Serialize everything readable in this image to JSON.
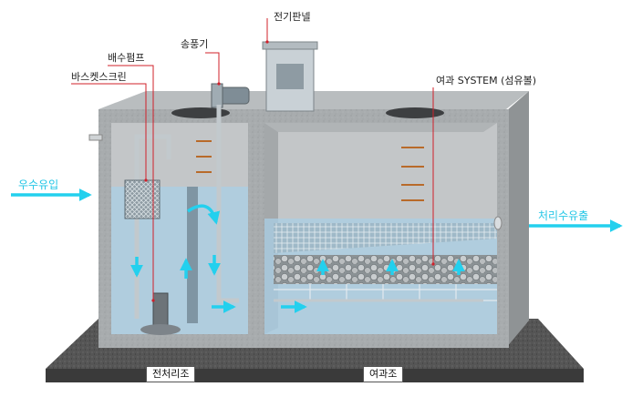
{
  "labels": {
    "control_panel": "전기판넬",
    "blower": "송풍기",
    "drain_pump": "배수펌프",
    "bar_screen": "바스켓스크린",
    "filter_system": "여과 SYSTEM (섬유볼)"
  },
  "flows": {
    "inflow": "우수유입",
    "outflow": "처리수유출"
  },
  "chambers": {
    "pretreatment": "전처리조",
    "filtration": "여과조"
  },
  "colors": {
    "concrete": "#a9adaf",
    "concrete_dark": "#8f9395",
    "water": "#a9cfe6",
    "flow_arrow": "#23d0ee",
    "leader_line": "#d0202a",
    "ground": "#4a4a4a"
  }
}
